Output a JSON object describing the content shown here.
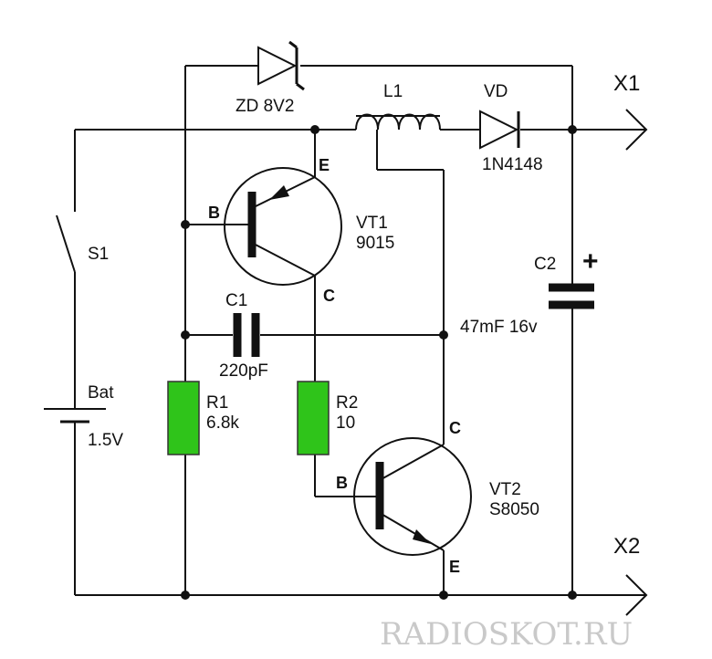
{
  "colors": {
    "resistor_fill": "#2fc41a",
    "wire": "#111111",
    "watermark": "#c9c9c9"
  },
  "labels": {
    "zener": "ZD 8V2",
    "inductor": "L1",
    "diode": "VD",
    "diode_part": "1N4148",
    "out1": "X1",
    "out2": "X2",
    "vt1_name": "VT1",
    "vt1_part": "9015",
    "vt1_b": "B",
    "vt1_e": "E",
    "vt1_c": "C",
    "vt2_name": "VT2",
    "vt2_part": "S8050",
    "vt2_b": "B",
    "vt2_e": "E",
    "vt2_c": "C",
    "switch": "S1",
    "battery": "Bat",
    "battery_value": "1.5V",
    "c1": "C1",
    "c1_value": "220pF",
    "c2": "C2",
    "c2_value": "47mF 16v",
    "c2_polarity": "+",
    "r1": "R1",
    "r1_value": "6.8k",
    "r2": "R2",
    "r2_value": "10",
    "watermark": "RADIOSKOT.RU"
  }
}
